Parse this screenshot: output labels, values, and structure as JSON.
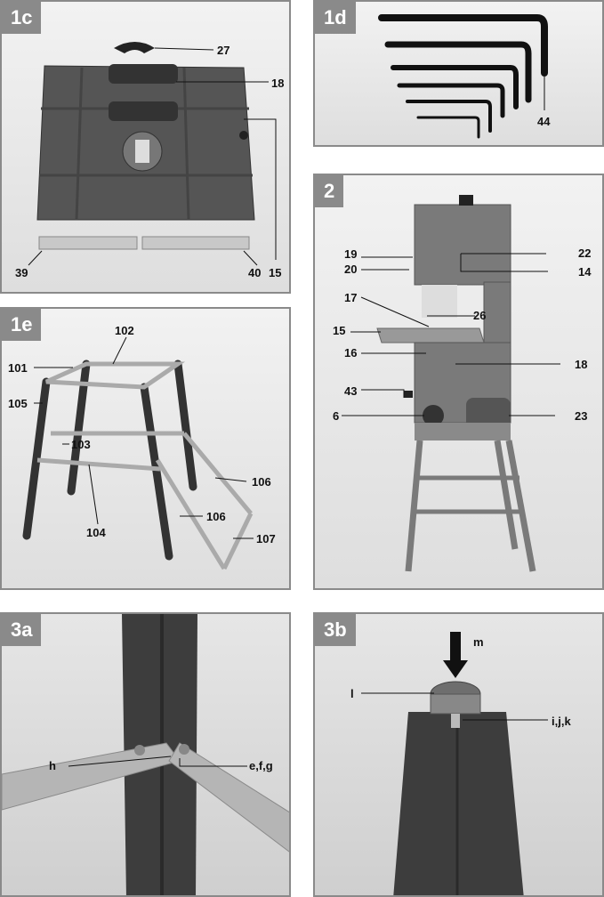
{
  "panels": {
    "p1c": {
      "tag": "1c",
      "labels": {
        "l27": "27",
        "l18": "18",
        "l15": "15",
        "l39": "39",
        "l40": "40"
      }
    },
    "p1d": {
      "tag": "1d",
      "labels": {
        "l44": "44"
      }
    },
    "p1e": {
      "tag": "1e",
      "labels": {
        "l102": "102",
        "l101": "101",
        "l105": "105",
        "l103": "103",
        "l104": "104",
        "l106a": "106",
        "l106b": "106",
        "l107": "107"
      }
    },
    "p2": {
      "tag": "2",
      "labels": {
        "l19": "19",
        "l20": "20",
        "l22": "22",
        "l14": "14",
        "l17": "17",
        "l26": "26",
        "l15": "15",
        "l16": "16",
        "l18": "18",
        "l43": "43",
        "l6": "6",
        "l23": "23"
      }
    },
    "p3a": {
      "tag": "3a",
      "labels": {
        "lh": "h",
        "lefg": "e,f,g"
      }
    },
    "p3b": {
      "tag": "3b",
      "labels": {
        "lm": "m",
        "ll": "l",
        "lijk": "i,j,k"
      }
    }
  },
  "colors": {
    "frame": "#8a8a8a",
    "metal_dark": "#3d3d3d",
    "metal_mid": "#6e6e6e",
    "metal_light": "#b5b5b5",
    "machine": "#7a7a7a"
  }
}
